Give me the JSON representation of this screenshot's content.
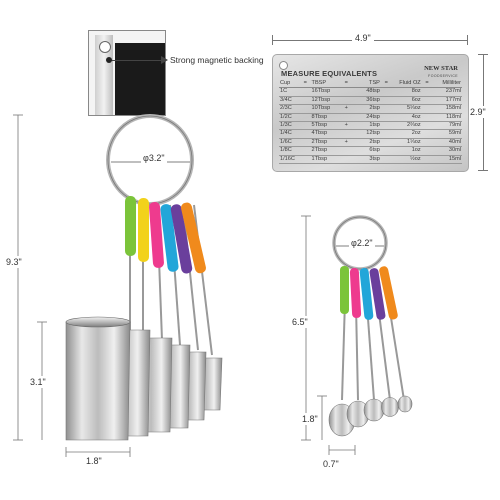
{
  "labels": {
    "magnet_note": "Strong magnetic backing",
    "card_width": "4.9\"",
    "card_height": "2.9\"",
    "cups_ring": "φ3.2\"",
    "cups_total_height": "9.3\"",
    "cups_cup_height": "3.1\"",
    "cups_width": "1.8\"",
    "spoons_ring": "φ2.2\"",
    "spoons_total_height": "6.5\"",
    "spoons_bowl_height": "1.8\"",
    "spoons_width": "0.7\""
  },
  "card": {
    "title": "MEASURE EQUIVALENTS",
    "brand": "NEW STAR",
    "brand_sub": "FOODSERVICE",
    "header": {
      "cup": "Cup",
      "eq1": "=",
      "tbsp": "TBSP",
      "eq2": "=",
      "tsp": "TSP",
      "eq3": "=",
      "floz": "Fluid OZ",
      "eq4": "=",
      "ml": "Milliliter"
    },
    "rows": [
      {
        "cup": "1C",
        "tbsp": "16Tbsp",
        "plus": "",
        "tsp": "48tsp",
        "floz": "8oz",
        "ml": "237ml"
      },
      {
        "cup": "3/4C",
        "tbsp": "12Tbsp",
        "plus": "",
        "tsp": "36tsp",
        "floz": "6oz",
        "ml": "177ml"
      },
      {
        "cup": "2/3C",
        "tbsp": "10Tbsp",
        "plus": "+",
        "tsp": "2tsp",
        "floz": "5⅓oz",
        "ml": "158ml"
      },
      {
        "cup": "1/2C",
        "tbsp": "8Tbsp",
        "plus": "",
        "tsp": "24tsp",
        "floz": "4oz",
        "ml": "118ml"
      },
      {
        "cup": "1/3C",
        "tbsp": "5Tbsp",
        "plus": "+",
        "tsp": "1tsp",
        "floz": "2⅔oz",
        "ml": "79ml"
      },
      {
        "cup": "1/4C",
        "tbsp": "4Tbsp",
        "plus": "",
        "tsp": "12tsp",
        "floz": "2oz",
        "ml": "59ml"
      },
      {
        "cup": "1/6C",
        "tbsp": "2Tbsp",
        "plus": "+",
        "tsp": "2tsp",
        "floz": "1⅓oz",
        "ml": "40ml"
      },
      {
        "cup": "1/8C",
        "tbsp": "2Tbsp",
        "plus": "",
        "tsp": "6tsp",
        "floz": "1oz",
        "ml": "30ml"
      },
      {
        "cup": "1/16C",
        "tbsp": "1Tbsp",
        "plus": "",
        "tsp": "3tsp",
        "floz": "½oz",
        "ml": "15ml"
      }
    ]
  },
  "colors": {
    "green": "#7bc43a",
    "yellow": "#f2d21b",
    "pink": "#ee3b8e",
    "blue": "#22a6d9",
    "purple": "#6a3f9c",
    "orange": "#f08a1c"
  }
}
